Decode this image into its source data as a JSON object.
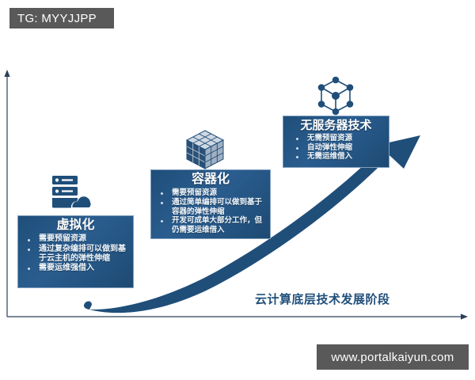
{
  "watermarks": {
    "top_tag": "TG: MYYJJPP",
    "bottom_url": "www.portalkaiyun.com"
  },
  "colors": {
    "card_fill": "#1f4e79",
    "card_border": "#7f9fbd",
    "axis": "#1f3864",
    "arrow": "#1f4e79",
    "icon": "#1f4e79",
    "watermark_bg": "#595959",
    "caption_text": "#1f4e79"
  },
  "axis": {
    "caption": "云计算底层技术发展阶段",
    "y_axis_name": "vertical-axis",
    "x_axis_name": "horizontal-axis"
  },
  "growth_arrow": {
    "label": "growth-curve-arrow"
  },
  "stages": [
    {
      "id": "virtualization",
      "icon": "server-cloud-icon",
      "title": "虚拟化",
      "bullets": [
        "需要预留资源",
        "通过复杂编排可以做到基于云主机的弹性伸缩",
        "需要运维强借入"
      ]
    },
    {
      "id": "containerization",
      "icon": "cube-icon",
      "title": "容器化",
      "bullets": [
        "需要预留资源",
        "通过简单编排可以做到基于容器的弹性伸缩",
        "开发可成单大部分工作，但仍需要运维借入"
      ]
    },
    {
      "id": "serverless",
      "icon": "network-node-icon",
      "title": "无服务器技术",
      "bullets": [
        "无需预留资源",
        "自动弹性伸缩",
        "无需运维借入"
      ]
    }
  ]
}
